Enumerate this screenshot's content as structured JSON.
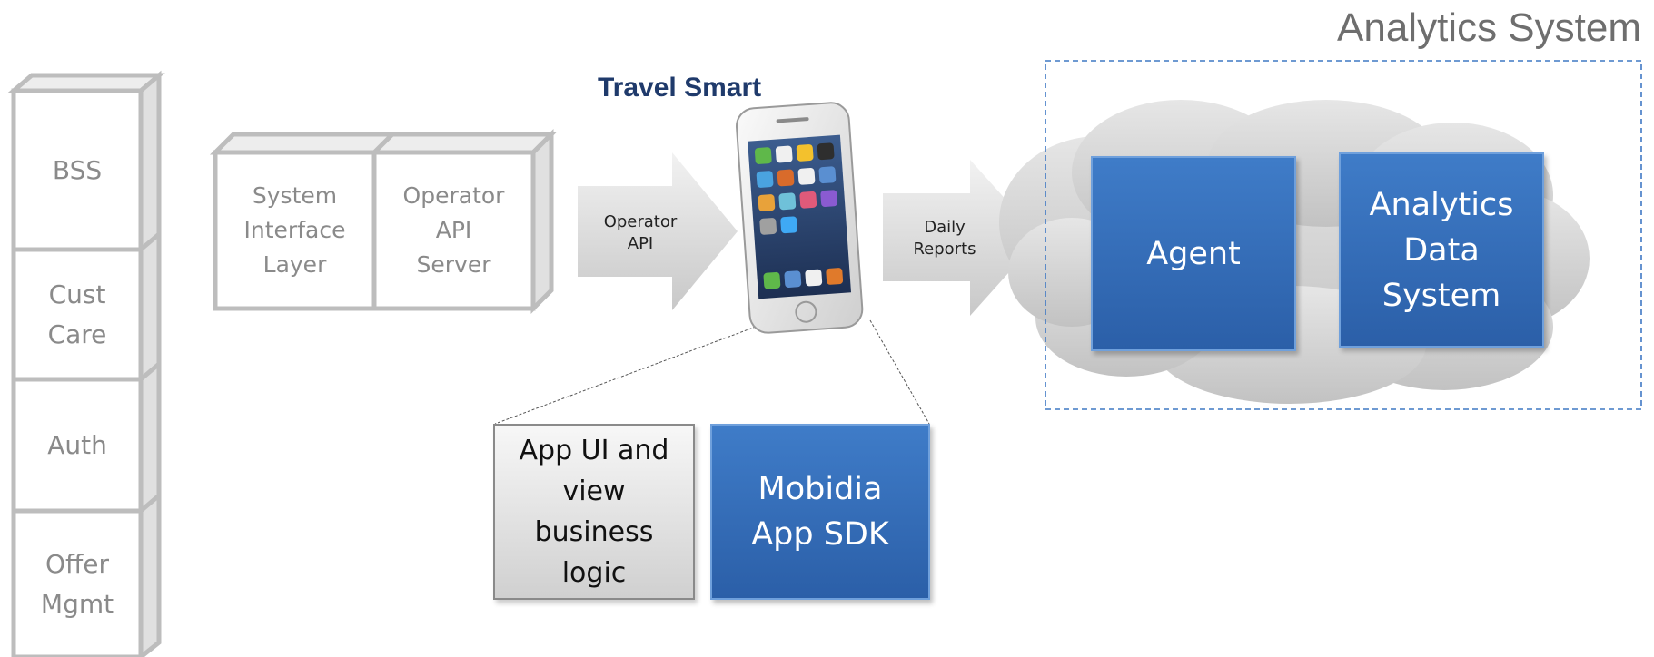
{
  "diagram": {
    "analytics_title": "Analytics System",
    "travel_smart_title": "Travel Smart",
    "left_stack": [
      "BSS",
      "Cust\nCare",
      "Auth",
      "Offer\nMgmt"
    ],
    "middle_boxes": {
      "system_interface": "System\nInterface\nLayer",
      "operator_api_server": "Operator\nAPI\nServer"
    },
    "arrows": {
      "operator_api": "Operator\nAPI",
      "daily_reports": "Daily\nReports"
    },
    "analytics_boxes": {
      "agent": "Agent",
      "data_system": "Analytics\nData\nSystem"
    },
    "app_boxes": {
      "app_ui": "App UI and\nview\nbusiness\nlogic",
      "sdk": "Mobidia\nApp SDK"
    },
    "phone_icon": "smartphone-icon",
    "colors": {
      "blue_box": "#3a74c2",
      "gray_outline": "#bcbcbc",
      "cloud": "#d4d4d4",
      "dashed_border": "#3f78c4",
      "travel_title": "#1f3a6b"
    }
  }
}
